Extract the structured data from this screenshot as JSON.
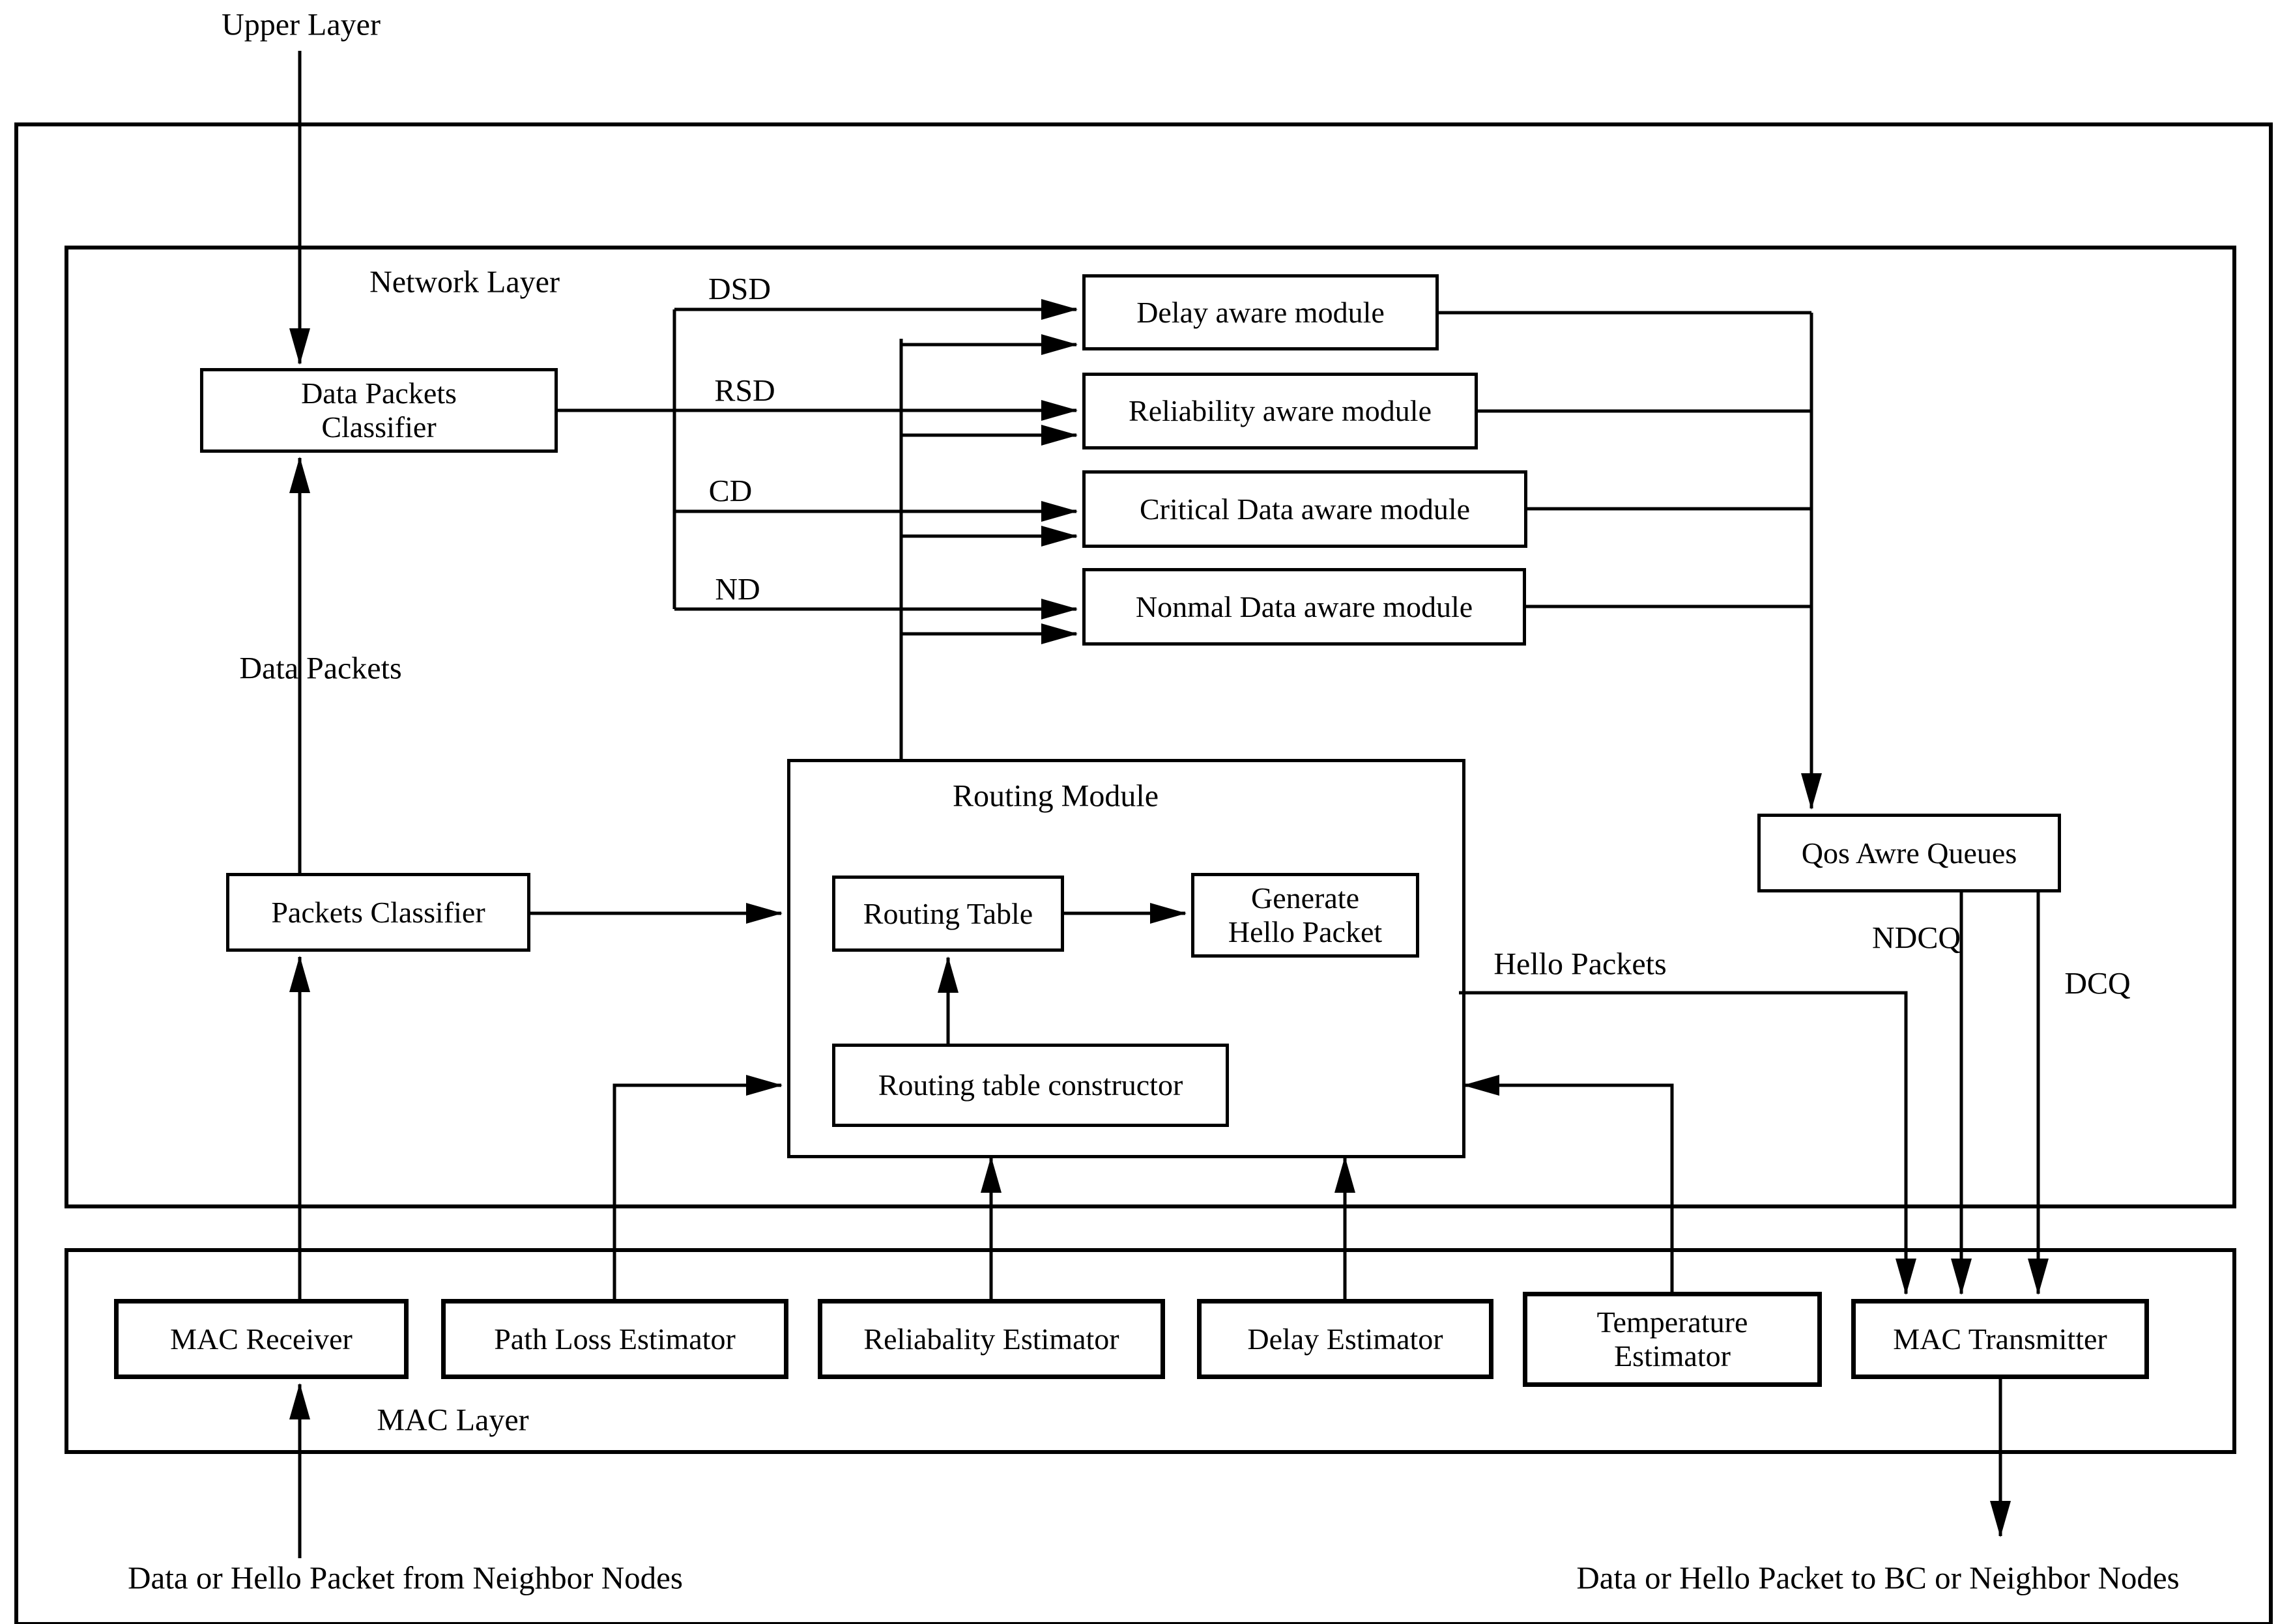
{
  "colors": {
    "ink": "#000000",
    "background": "#ffffff"
  },
  "labels": {
    "upper_layer": "Upper Layer",
    "network_layer": "Network Layer",
    "mac_layer": "MAC Layer",
    "routing_module": "Routing Module",
    "data_packets": "Data Packets",
    "hello_packets": "Hello Packets",
    "dsd": "DSD",
    "rsd": "RSD",
    "cd": "CD",
    "nd": "ND",
    "ndcq": "NDCQ",
    "dcq": "DCQ",
    "caption_left": "Data or Hello Packet from Neighbor Nodes",
    "caption_right": "Data or Hello Packet to BC or Neighbor Nodes"
  },
  "nodes": {
    "data_packets_classifier": {
      "line1": "Data Packets",
      "line2": "Classifier"
    },
    "packets_classifier": "Packets Classifier",
    "delay_aware": "Delay aware module",
    "reliability_aware": "Reliability aware module",
    "critical_aware": "Critical Data aware module",
    "normal_aware": "Nonmal Data aware module",
    "routing_table": "Routing Table",
    "generate_hello": {
      "line1": "Generate",
      "line2": "Hello Packet"
    },
    "routing_table_constructor": "Routing table constructor",
    "qos_queues": "Qos Awre Queues",
    "mac_receiver": "MAC Receiver",
    "path_loss_estimator": "Path Loss Estimator",
    "reliability_estimator": "Reliabality Estimator",
    "delay_estimator": "Delay Estimator",
    "temperature_estimator": {
      "line1": "Temperature",
      "line2": "Estimator"
    },
    "mac_transmitter": "MAC Transmitter"
  }
}
